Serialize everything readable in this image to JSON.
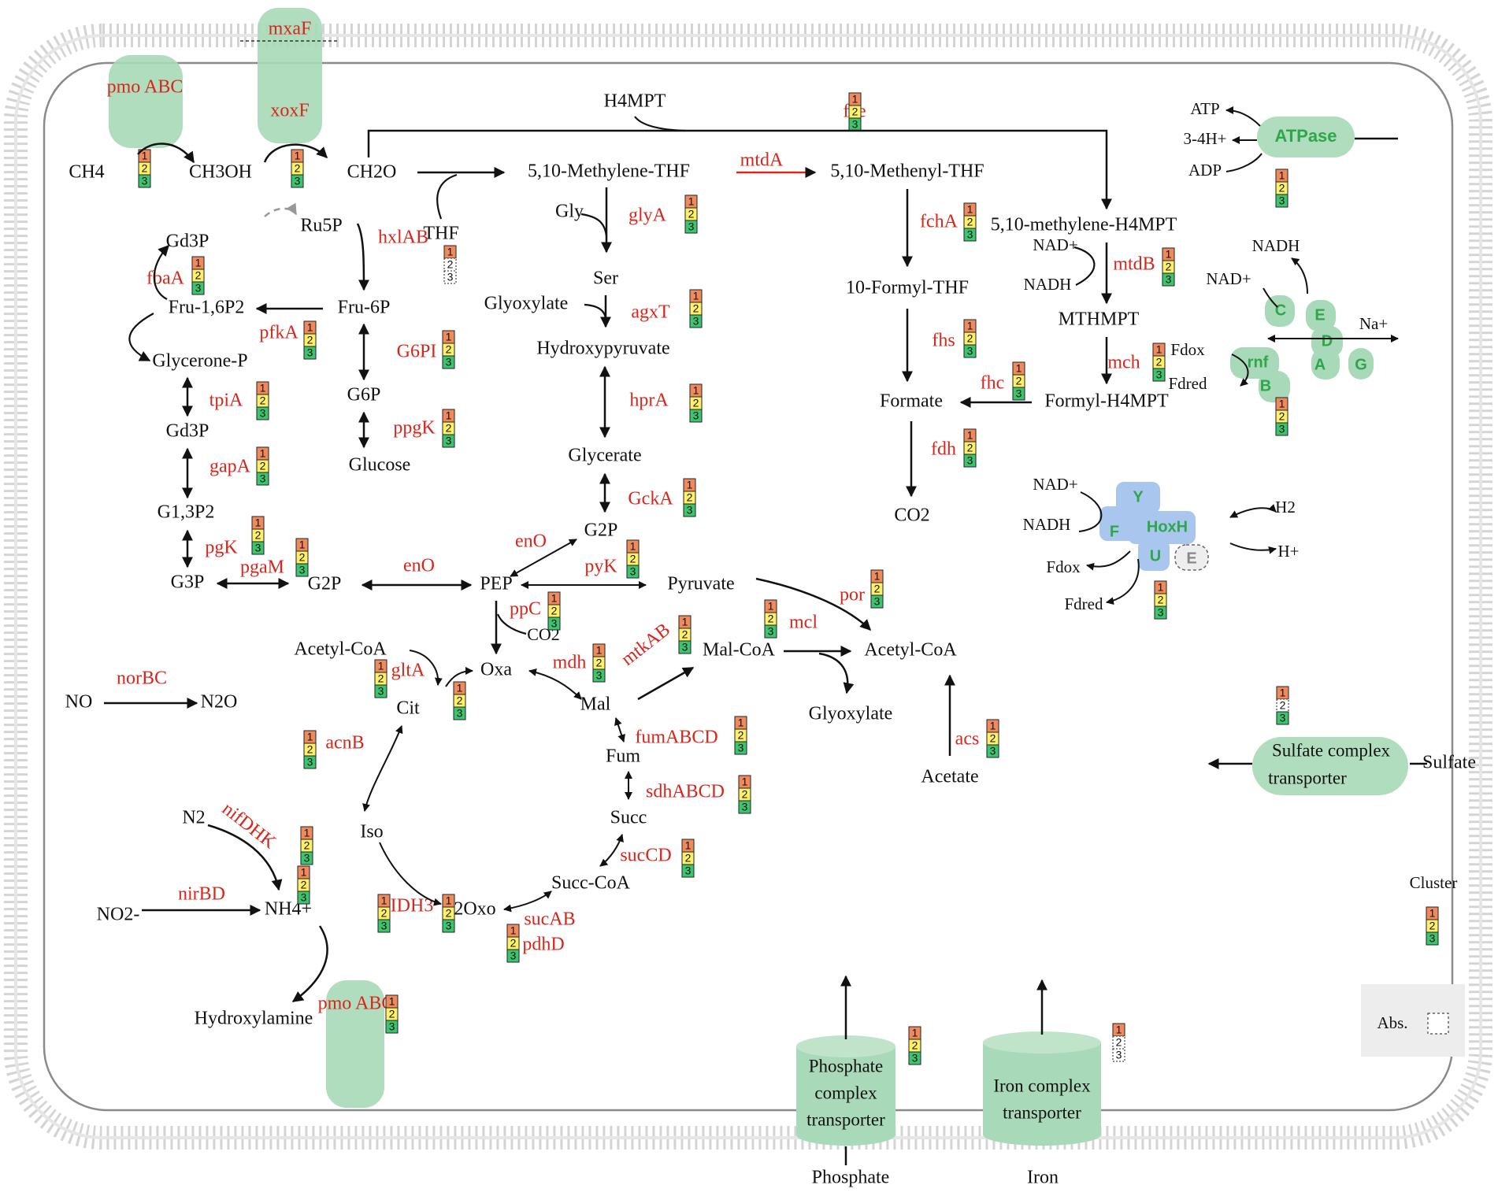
{
  "diagram": {
    "metabolites": [
      "CH4",
      "CH3OH",
      "CH2O",
      "H4MPT",
      "5,10-Methylene-THF",
      "5,10-Methenyl-THF",
      "5,10-methylene-H4MPT",
      "Gly",
      "Ser",
      "Glyoxylate",
      "Hydroxypyruvate",
      "Glycerate",
      "G2P",
      "PEP",
      "Pyruvate",
      "G2P",
      "Ru5P",
      "THF",
      "Gd3P",
      "Fru-1,6P2",
      "Fru-6P",
      "Glycerone-P",
      "G6P",
      "Gd3P",
      "Glucose",
      "G1,3P2",
      "G3P",
      "10-Formyl-THF",
      "Formate",
      "CO2",
      "MTHMPT",
      "Formyl-H4MPT",
      "NAD+",
      "NADH",
      "Acetyl-CoA",
      "Oxa",
      "Cit",
      "Mal",
      "Mal-CoA",
      "Acetyl-CoA",
      "Glyoxylate",
      "Fum",
      "Succ",
      "Succ-CoA",
      "2Oxo",
      "Iso",
      "CO2",
      "Acetate",
      "NO",
      "N2O",
      "N2",
      "NO2-",
      "NH4+",
      "Hydroxylamine",
      "ATP",
      "3-4H+",
      "ADP",
      "NADH",
      "NAD+",
      "Na+",
      "Fdox",
      "Fdred",
      "NAD+",
      "NADH",
      "H2",
      "H+",
      "Fdox",
      "Fdred",
      "Sulfate",
      "Phosphate",
      "Iron"
    ],
    "enzymes": [
      "mxaF",
      "xoxF",
      "pmo ABC",
      "fae",
      "mtdA",
      "glyA",
      "agxT",
      "hprA",
      "GckA",
      "enO",
      "enO",
      "pyK",
      "ppC",
      "hxlAB",
      "G6PI",
      "ppgK",
      "fbaA",
      "pfkA",
      "tpiA",
      "gapA",
      "pgK",
      "pgaM",
      "fchA",
      "mtdB",
      "fhs",
      "mch",
      "fhc",
      "fdh",
      "por",
      "mcl",
      "mdh",
      "mtkAB",
      "gltA",
      "acnB",
      "fumABCD",
      "sdhABCD",
      "sucCD",
      "IDH3",
      "sucAB",
      "pdhD",
      "acs",
      "norBC",
      "nifDHK",
      "nirBD",
      "pmo ABC"
    ],
    "complexes": [
      "ATPase",
      "C",
      "E",
      "D",
      "rnf",
      "B",
      "A",
      "G",
      "Y",
      "F",
      "HoxH",
      "U",
      "E",
      "Sulfate complex transporter",
      "Phosphate complex transporter",
      "Iron complex transporter"
    ],
    "legend": {
      "title": "Cluster",
      "clusters": [
        "1",
        "2",
        "3"
      ],
      "absent_label": "Abs."
    },
    "colors": {
      "enzyme_text": "#d9261c",
      "cluster_1": "#f08a5d",
      "cluster_2": "#fff06a",
      "cluster_3": "#3cc46e",
      "membrane_protein": "#a8d9b8",
      "hydrogenase": "#a9c7ee",
      "complex_label": "#2fa64a",
      "membrane": "#cfcfcf"
    }
  }
}
